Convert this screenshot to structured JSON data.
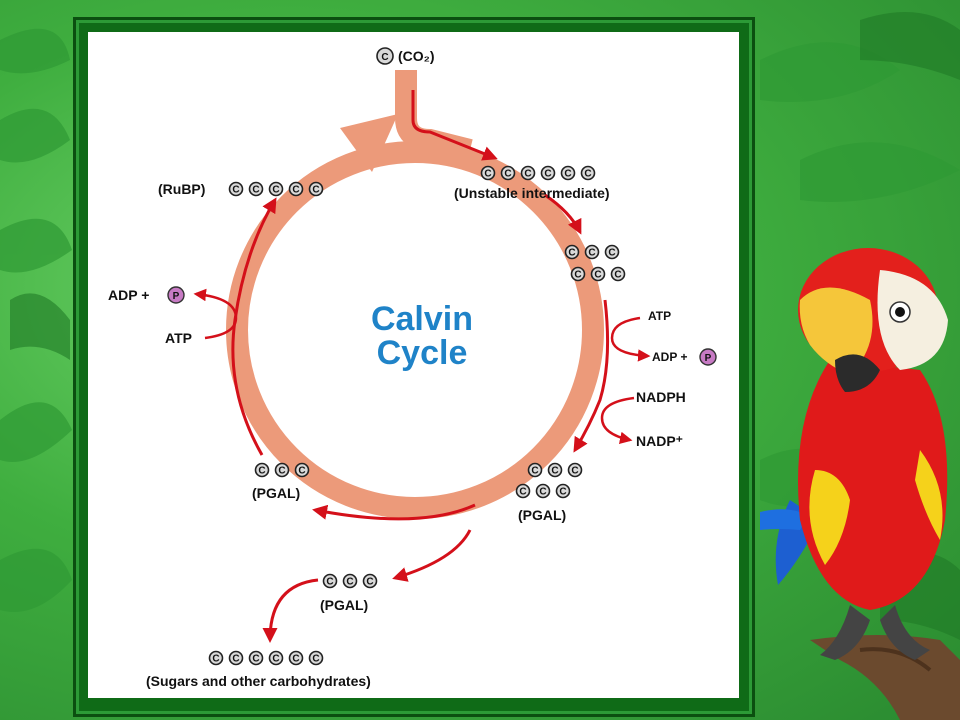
{
  "diagram": {
    "title_line1": "Calvin",
    "title_line2": "Cycle",
    "co2_label": "(CO₂)",
    "carbon_symbol": "C",
    "phosphate_symbol": "P",
    "unstable_label": "(Unstable intermediate)",
    "rubp_label": "(RuBP)",
    "pgal_label": "(PGAL)",
    "sugars_label": "(Sugars and other carbohydrates)",
    "atp_label": "ATP",
    "adp_plus_label": "ADP +",
    "nadph_label": "NADPH",
    "nadp_label": "NADP⁺"
  },
  "colors": {
    "cycle_band": "#ec9a7a",
    "arrow_red": "#d4101a",
    "title_blue": "#1f83c8",
    "frame_green": "#0f6b17",
    "background_green": "#3fae3f"
  },
  "icons": [
    "parrot-illustration",
    "jungle-leaf-background"
  ]
}
